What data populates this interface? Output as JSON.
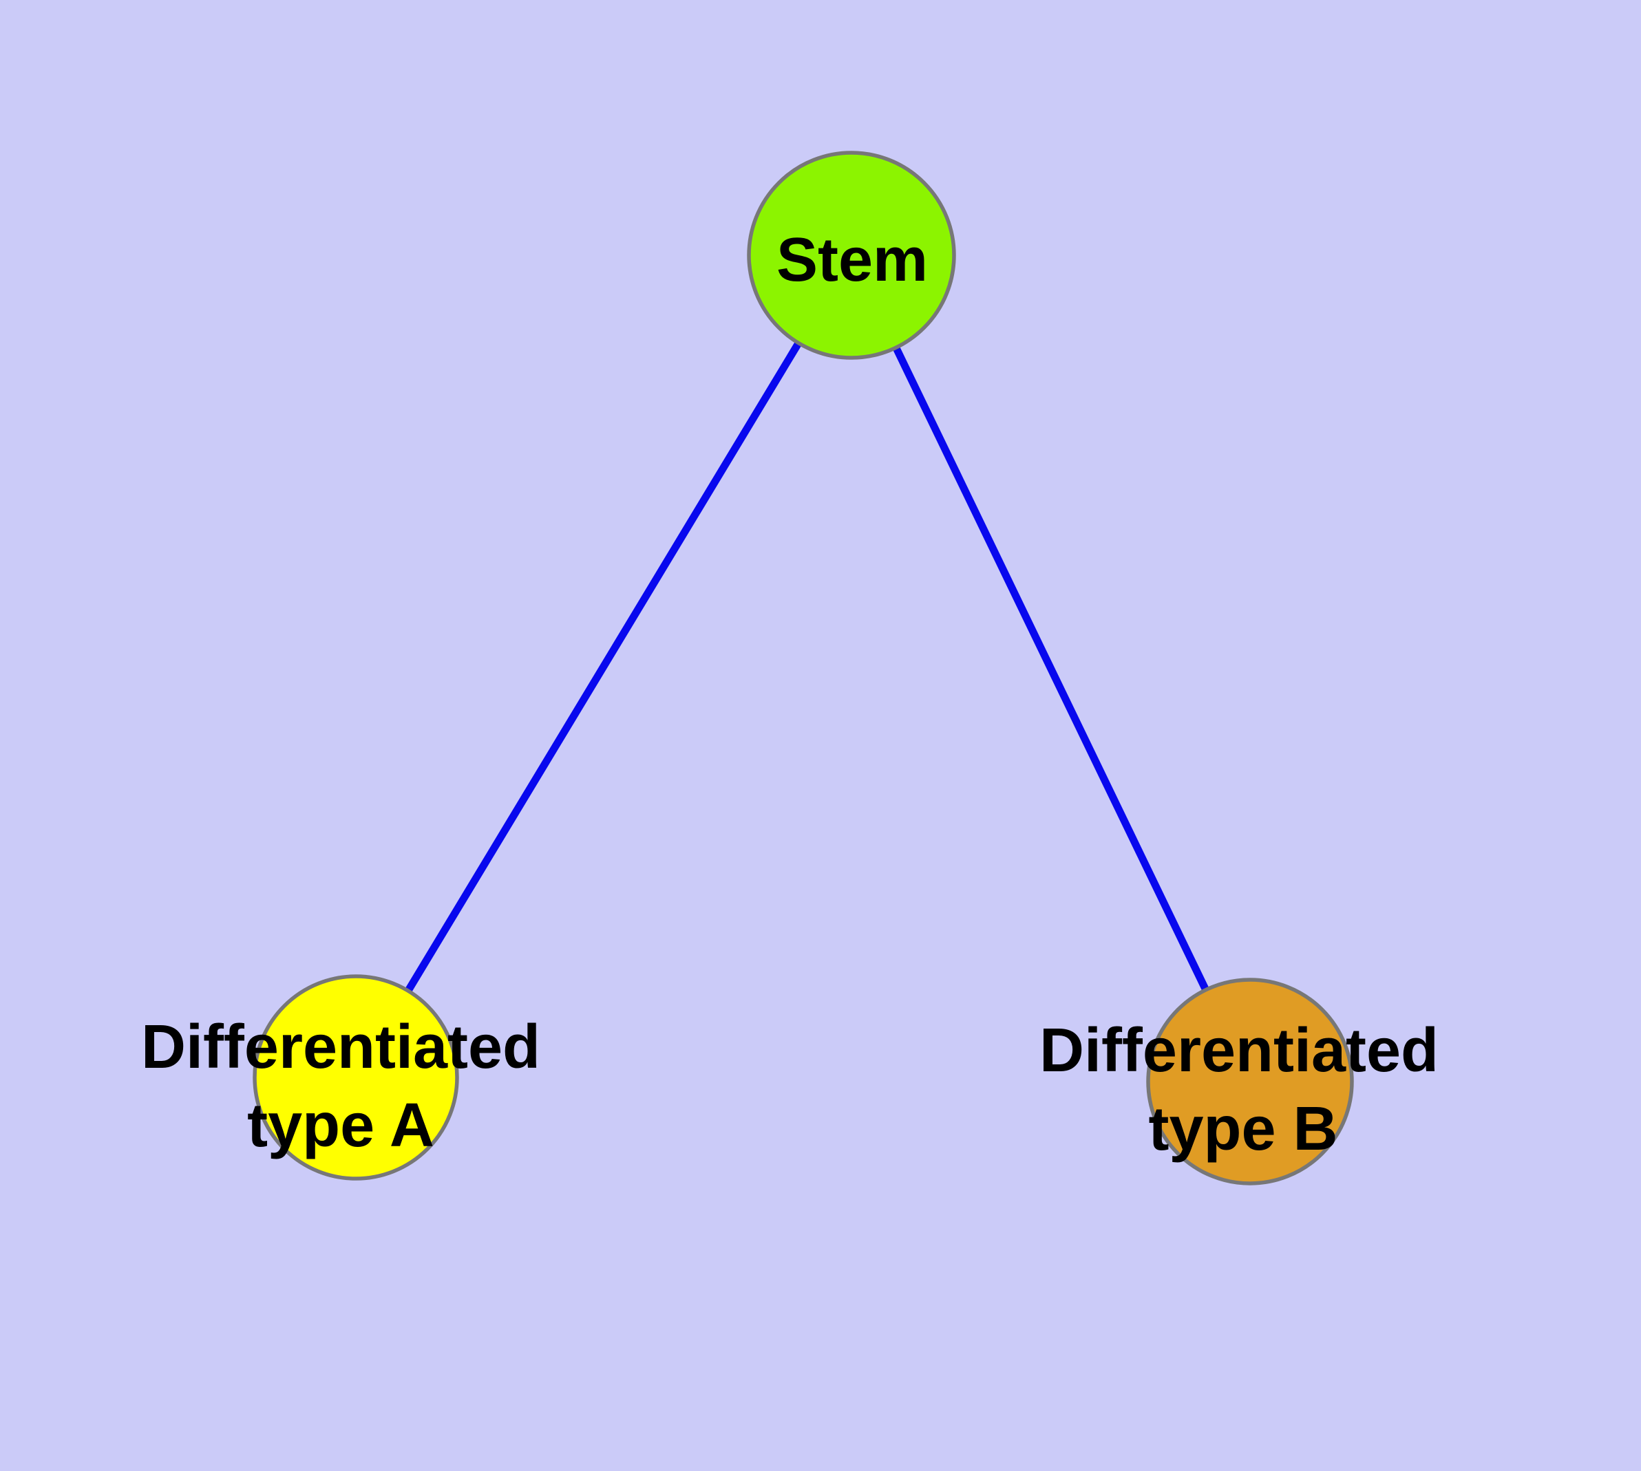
{
  "canvas": {
    "background_color": "#CBCBF8"
  },
  "diagram": {
    "type": "graph",
    "description": "Stem cell differentiation tree: one stem node branching to two differentiated cell-type nodes",
    "nodes": [
      {
        "id": "stem",
        "label": "Stem",
        "lines": [
          "Stem"
        ],
        "fill": "#8CF400",
        "border_color": "#777777",
        "text_color": "#000000"
      },
      {
        "id": "differentiated-type-a",
        "label": "Differentiated type A",
        "lines": [
          "Differentiated",
          "type A"
        ],
        "fill": "#FFFF00",
        "border_color": "#777777",
        "text_color": "#000000"
      },
      {
        "id": "differentiated-type-b",
        "label": "Differentiated type B",
        "lines": [
          "Differentiated",
          "type B"
        ],
        "fill": "#E09C24",
        "border_color": "#777777",
        "text_color": "#000000"
      }
    ],
    "edges": [
      {
        "from": "stem",
        "to": "differentiated-type-a",
        "color": "#0808EE"
      },
      {
        "from": "stem",
        "to": "differentiated-type-b",
        "color": "#0808EE"
      }
    ]
  }
}
